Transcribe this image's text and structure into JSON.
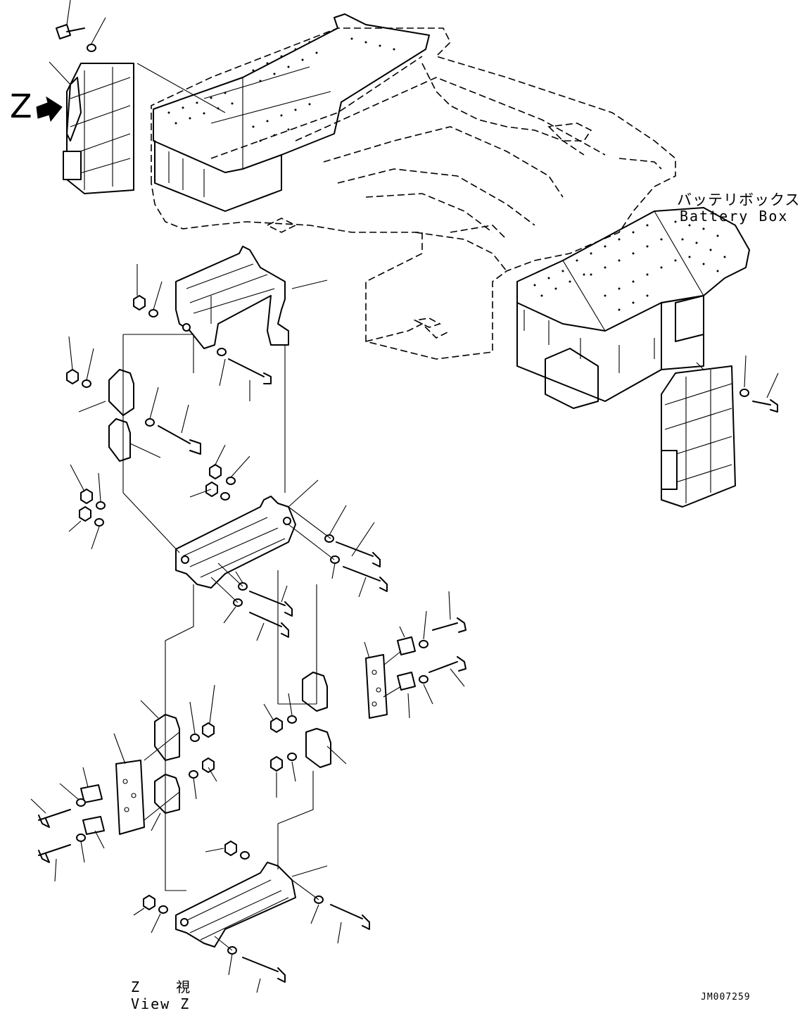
{
  "labels": {
    "view_letter": "Z",
    "battery_box_jp": "バッテリボックス",
    "battery_box_en": "Battery Box",
    "view_jp": "Z 視",
    "view_en": "View Z",
    "drawing_code": "JM007259"
  },
  "icons": {
    "view_arrow": "arrow-right-icon"
  },
  "colors": {
    "ink": "#000000",
    "paper": "#ffffff"
  }
}
